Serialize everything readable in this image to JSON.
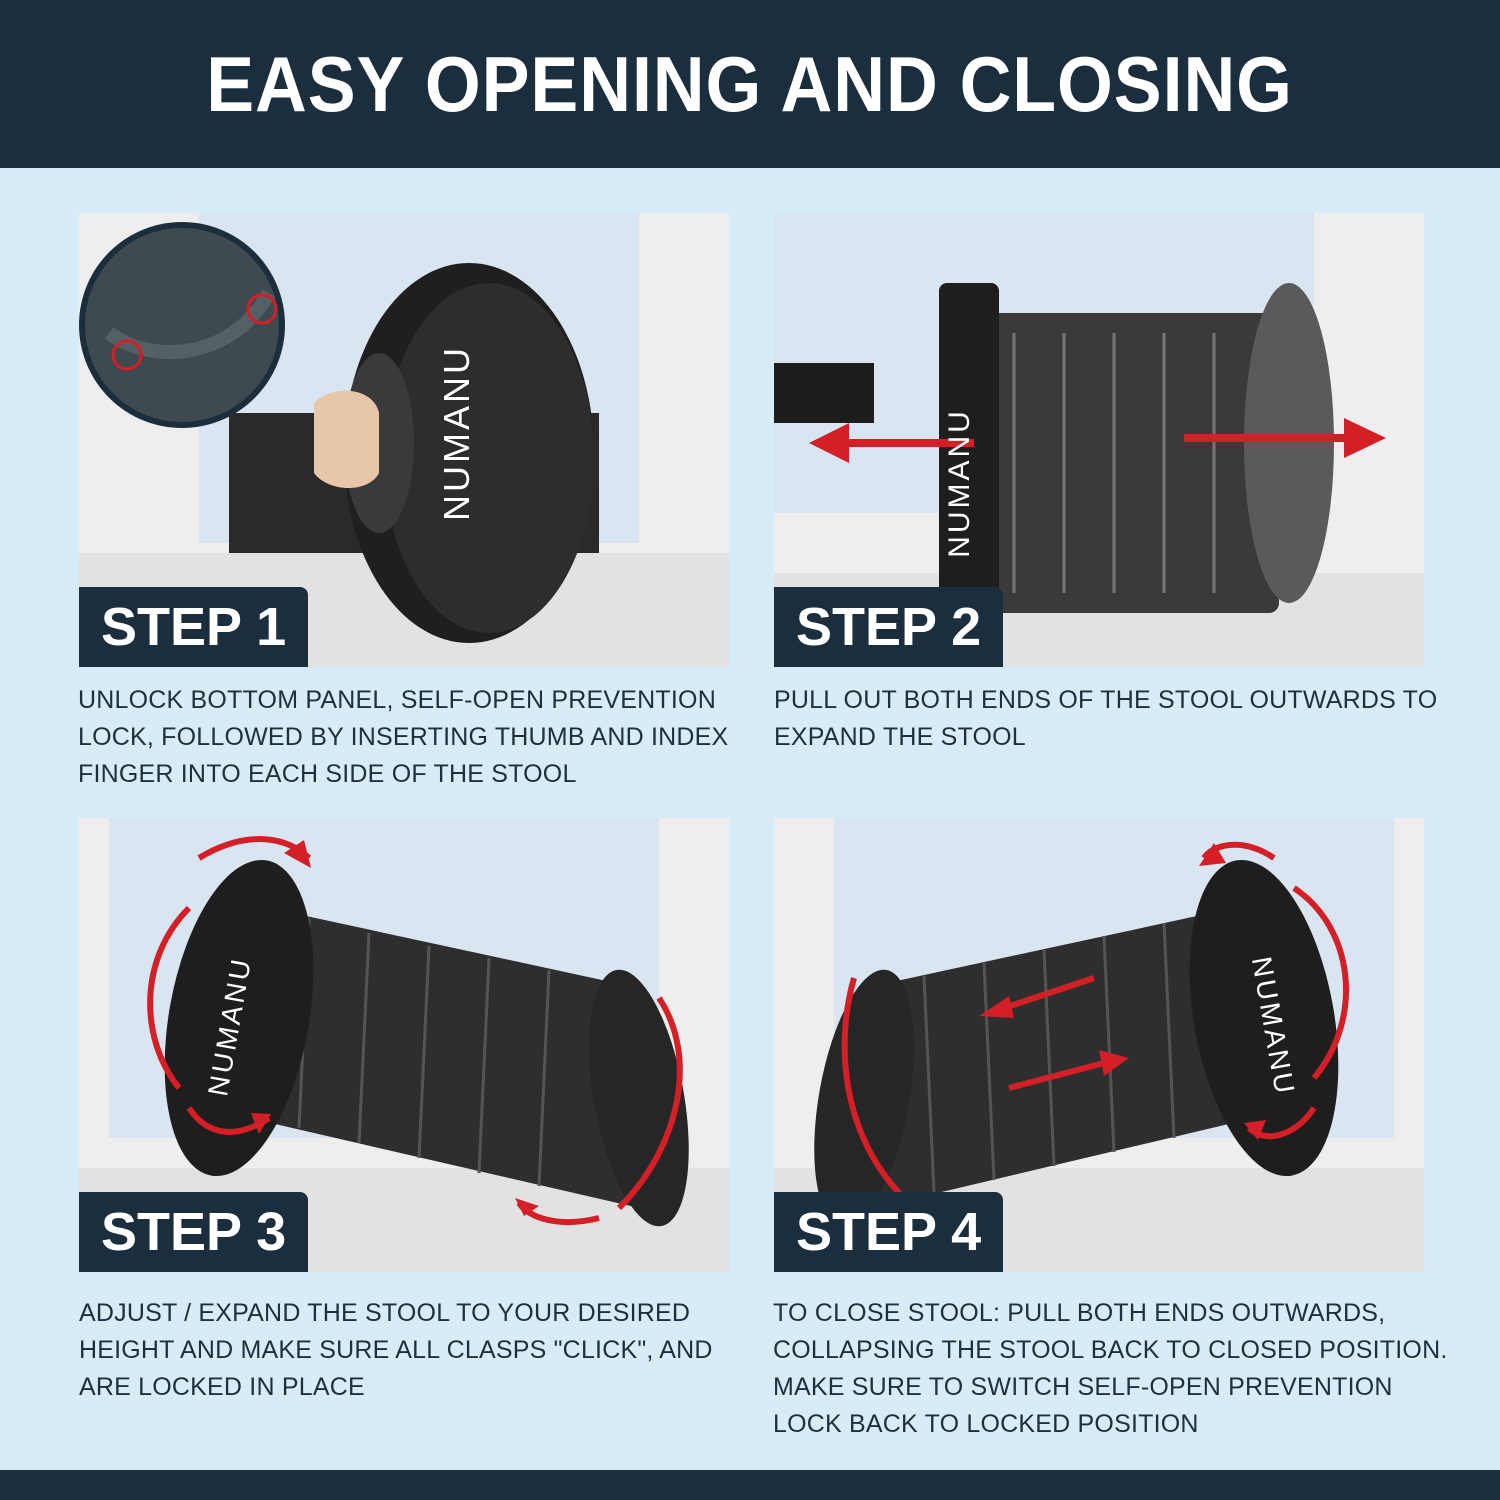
{
  "header": {
    "title": "EASY OPENING AND CLOSING"
  },
  "brand": {
    "logo_text": "NUMANU"
  },
  "colors": {
    "navy": "#1a2e3d",
    "background": "#d6ecf7",
    "arrow_red": "#d41f26",
    "stool_black": "#222222"
  },
  "steps": [
    {
      "label": "STEP 1",
      "lines": [
        "UNLOCK BOTTOM PANEL, SELF-OPEN PREVENTION",
        "LOCK, FOLLOWED BY INSERTING THUMB AND INDEX",
        "FINGER INTO EACH SIDE OF THE STOOL"
      ]
    },
    {
      "label": "STEP 2",
      "lines": [
        "PULL OUT BOTH ENDS OF THE STOOL OUTWARDS TO",
        "EXPAND THE STOOL"
      ]
    },
    {
      "label": "STEP 3",
      "lines": [
        "ADJUST / EXPAND THE STOOL TO YOUR DESIRED",
        "HEIGHT AND MAKE SURE ALL CLASPS \"CLICK\", AND",
        "ARE LOCKED IN PLACE"
      ]
    },
    {
      "label": "STEP 4",
      "lines": [
        "TO CLOSE STOOL: PULL BOTH ENDS OUTWARDS,",
        "COLLAPSING THE STOOL BACK TO CLOSED POSITION.",
        "MAKE SURE TO SWITCH SELF-OPEN PREVENTION",
        "LOCK BACK TO LOCKED POSITION"
      ]
    }
  ]
}
